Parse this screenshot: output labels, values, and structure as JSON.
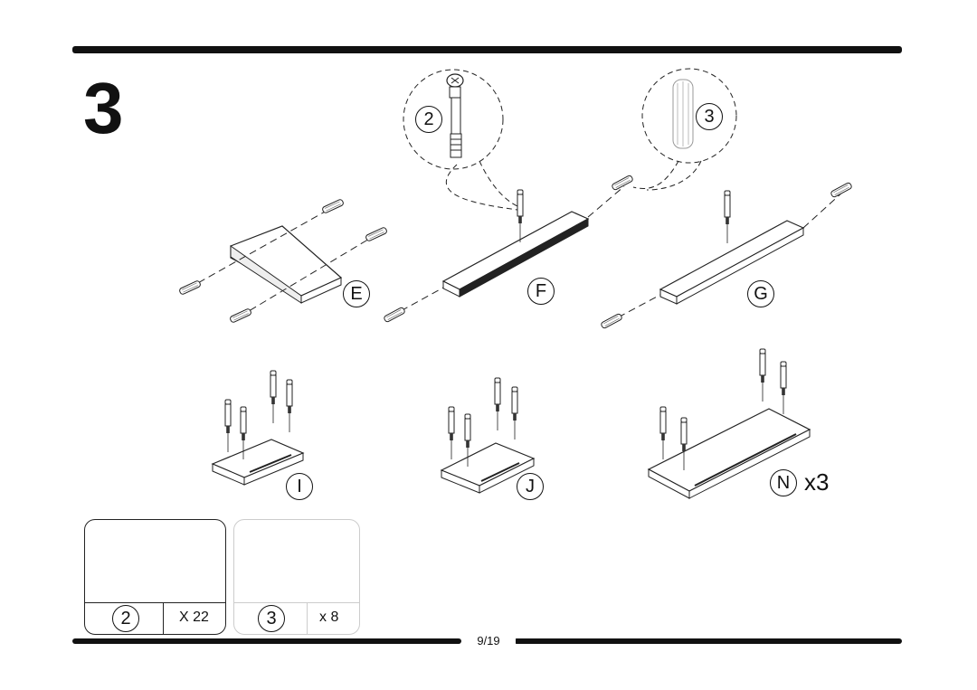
{
  "step_number": "3",
  "page": "9/19",
  "callouts": [
    {
      "id": "2"
    },
    {
      "id": "3"
    }
  ],
  "panel_labels": {
    "E": "E",
    "F": "F",
    "G": "G",
    "I": "I",
    "J": "J",
    "N": "N",
    "N_qty": "x3"
  },
  "parts": [
    {
      "id": "2",
      "qty": "X 22",
      "icon": "cam-bolt-icon"
    },
    {
      "id": "3",
      "qty": "x 8",
      "icon": "wood-dowel-icon"
    }
  ]
}
